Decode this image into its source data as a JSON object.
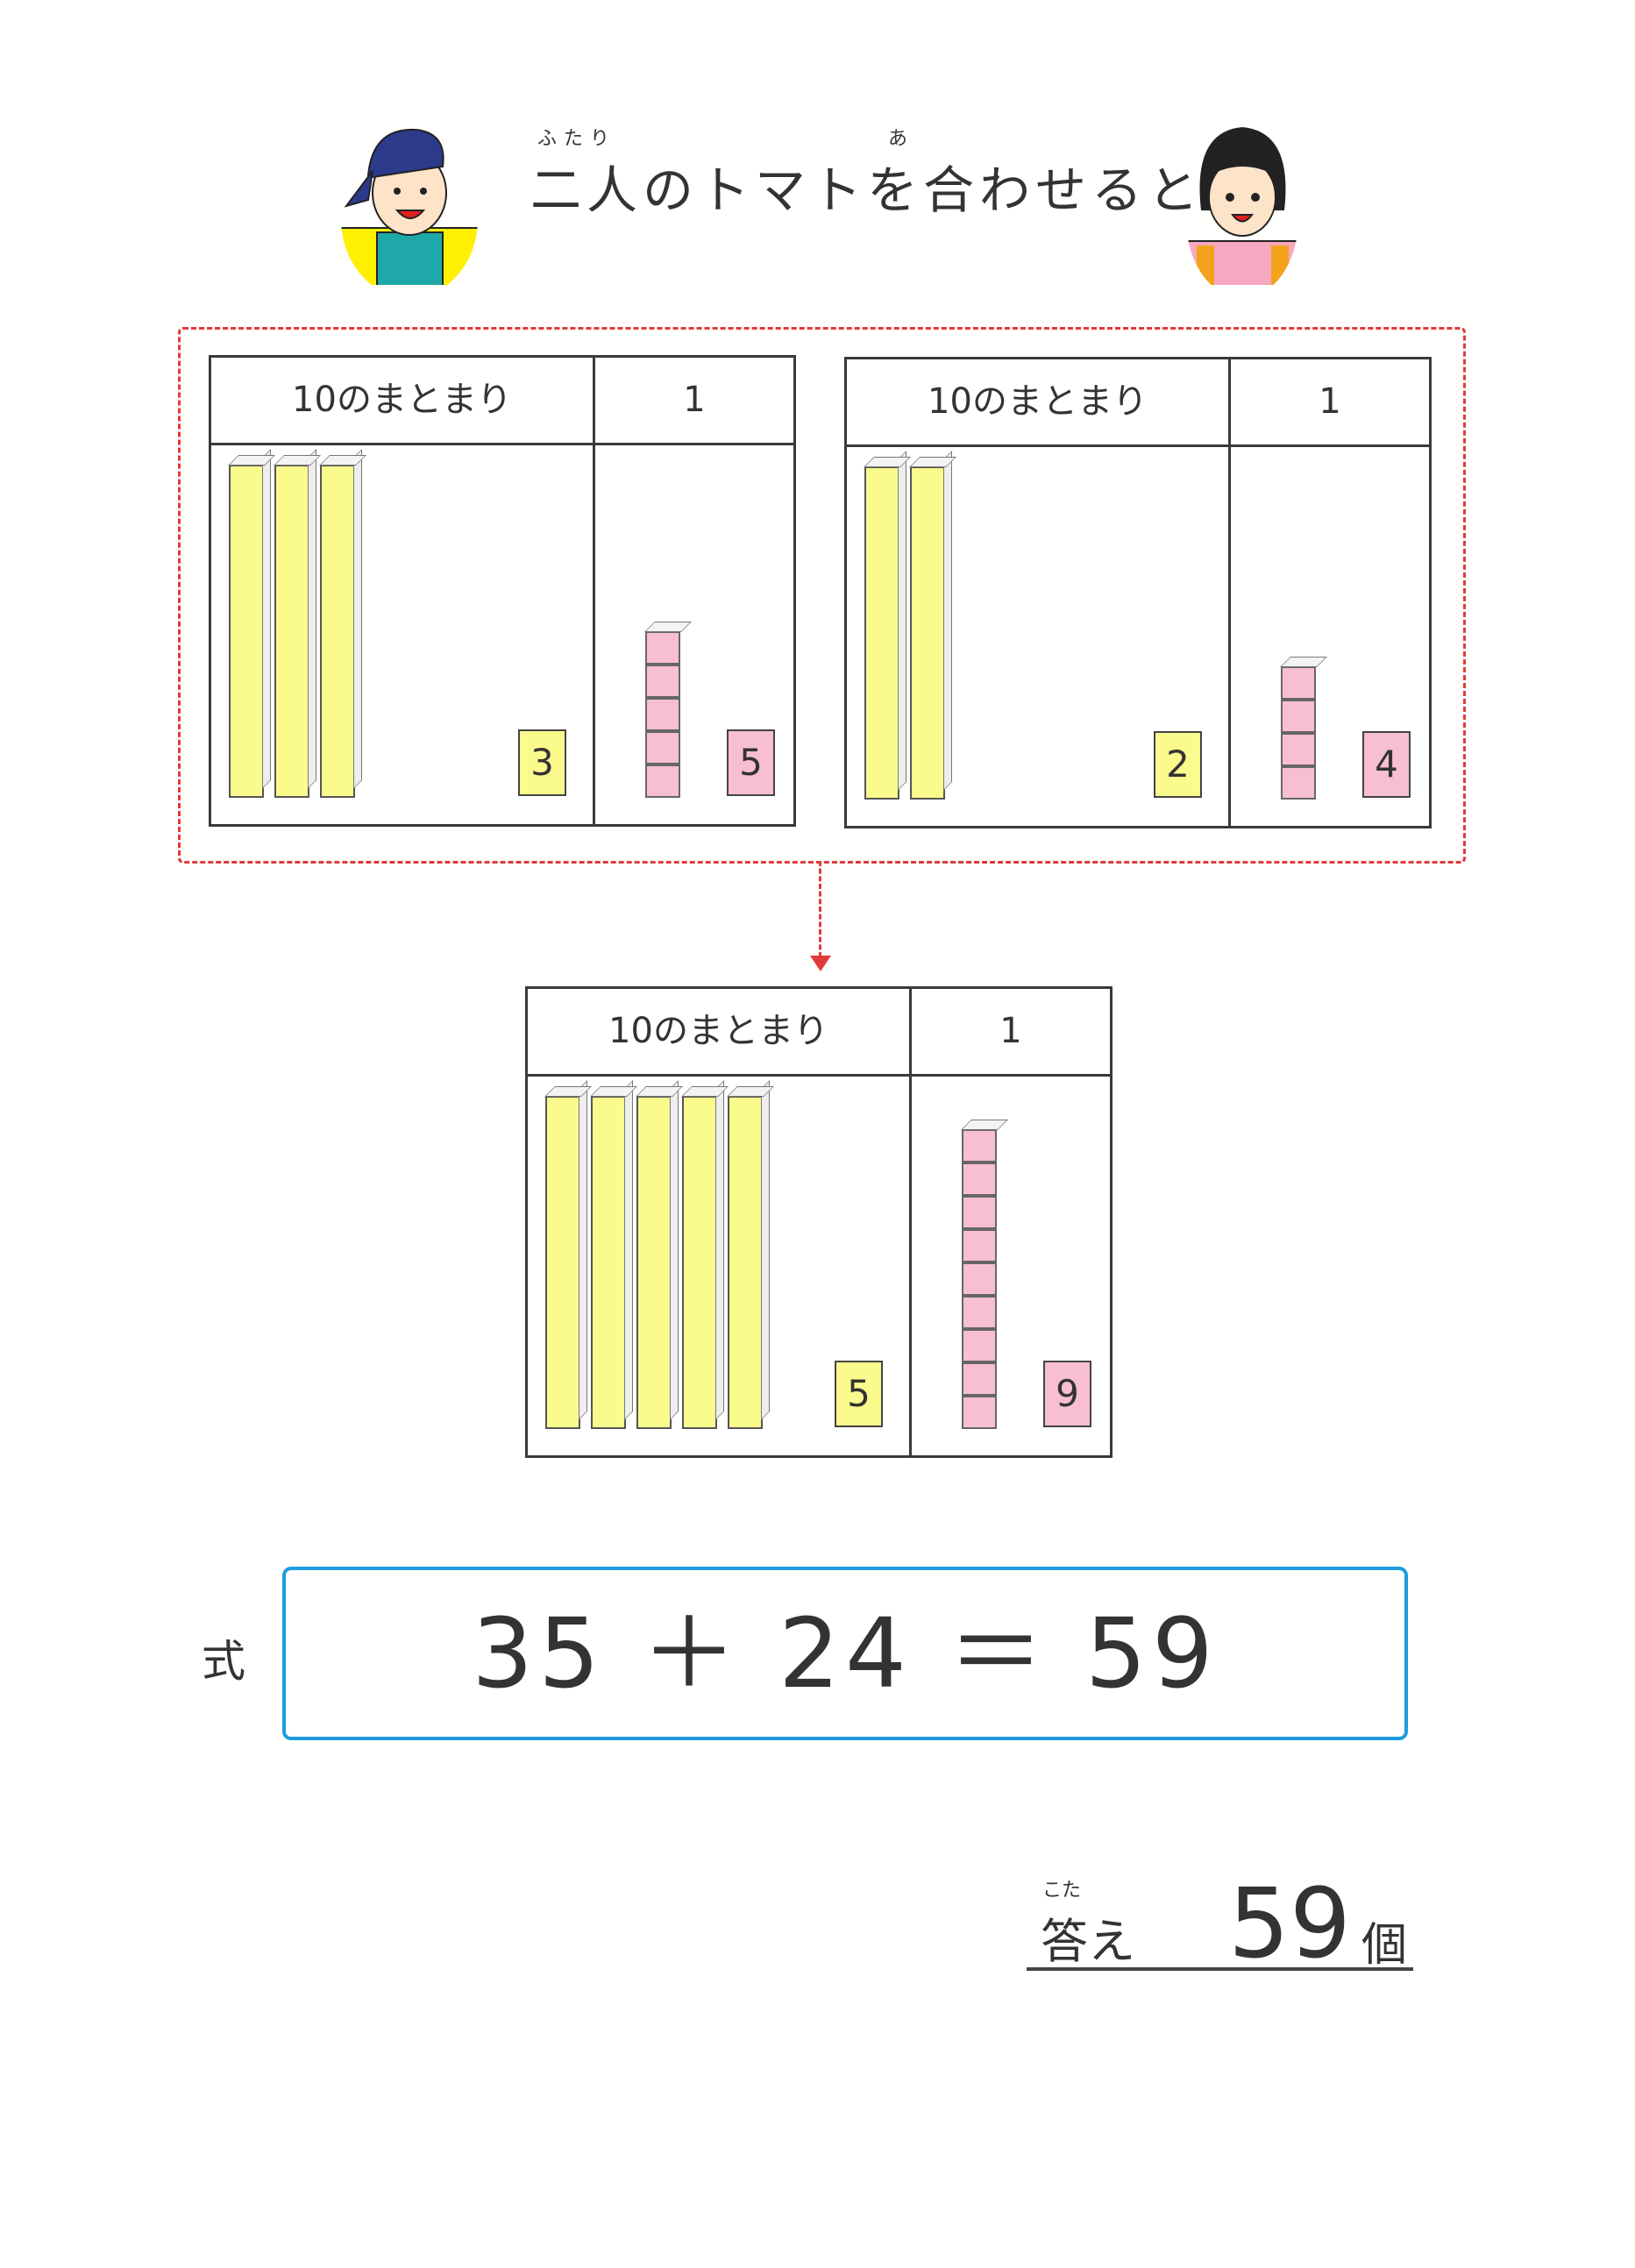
{
  "header": {
    "title": "二人のトマトを合わせると",
    "ruby_futari": "ふたり",
    "ruby_a": "あ",
    "characters": [
      "boy-with-bandana",
      "girl-with-apron"
    ]
  },
  "colors": {
    "tens_rod": "#fbfa8c",
    "ones_cube": "#f7bfd0",
    "dashed_border": "#e03a3a",
    "formula_border": "#1e9be0"
  },
  "panels": [
    {
      "tens_label": "10のまとまり",
      "ones_label": "1",
      "tens": 3,
      "ones": 5,
      "tens_text": "3",
      "ones_text": "5"
    },
    {
      "tens_label": "10のまとまり",
      "ones_label": "1",
      "tens": 2,
      "ones": 4,
      "tens_text": "2",
      "ones_text": "4"
    },
    {
      "tens_label": "10のまとまり",
      "ones_label": "1",
      "tens": 5,
      "ones": 9,
      "tens_text": "5",
      "ones_text": "9"
    }
  ],
  "formula": {
    "label": "式",
    "expression": "35 ＋ 24 ＝ 59"
  },
  "answer": {
    "label": "答え",
    "ruby": "こた",
    "value": "59",
    "unit": "個"
  }
}
